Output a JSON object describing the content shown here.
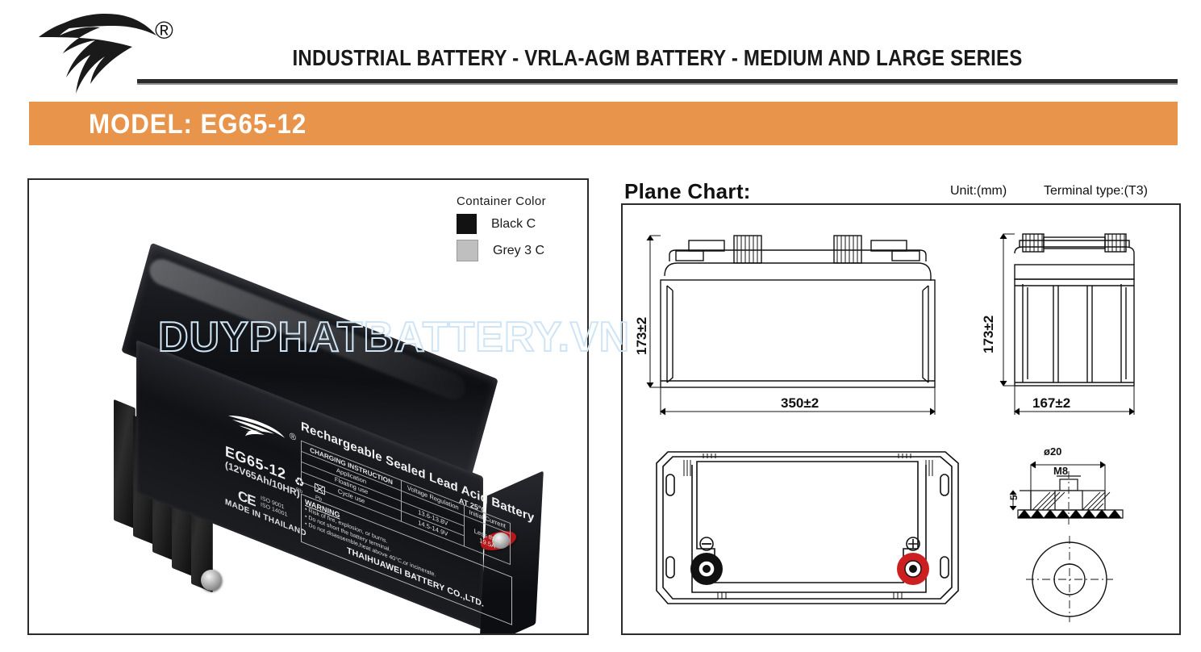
{
  "header": {
    "title": "INDUSTRIAL BATTERY - VRLA-AGM BATTERY - MEDIUM AND LARGE SERIES",
    "registered_mark": "®",
    "logo_icon": "eagle-logo-icon"
  },
  "model_banner": {
    "label": "MODEL: EG65-12",
    "bg_color": "#e8944a",
    "text_color": "#ffffff"
  },
  "photo_panel": {
    "legend": {
      "title": "Container  Color",
      "items": [
        {
          "label": "Black C",
          "color": "#121212"
        },
        {
          "label": "Grey 3 C",
          "color": "#bfbfbf"
        }
      ]
    },
    "battery_label": {
      "title": "Rechargeable Sealed Lead Acid Battery",
      "temperature_note": "AT 25°C",
      "registered_mark": "®",
      "model": "EG65-12",
      "spec": "(12V65Ah/10HR)",
      "ce_mark": "CE",
      "iso_line1": "ISO  9001",
      "iso_line2": "ISO  14001",
      "origin": "MADE IN THAILAND",
      "company": "THAIHUAWEI BATTERY CO.,LTD.",
      "charging_table": {
        "headers": [
          "CHARGING  INSTRUCTION",
          "Voltage Regulation",
          "Initial Current"
        ],
        "rows": [
          {
            "application": "Application",
            "voltage": "",
            "current": "Less than"
          },
          {
            "application": "Floating use",
            "voltage": "13.6-13.8V",
            "current": "19.5A"
          },
          {
            "application": "Cycle use",
            "voltage": "14.5-14.9V",
            "current": ""
          }
        ]
      },
      "warning": {
        "title": "WARNING",
        "lines": [
          "• Risk of fire, explosion, or burns.",
          "• Do not short the battery terminal.",
          "• Do not disassemble,heat above 40°C,or incinerate."
        ]
      },
      "pb_marks": [
        "Pb",
        "Pb"
      ]
    }
  },
  "plane_chart": {
    "title": "Plane Chart:",
    "unit": "Unit:(mm)",
    "terminal_type": "Terminal type:(T3)",
    "front_view": {
      "width": "350±2",
      "height": "173±2"
    },
    "side_view": {
      "width": "167±2",
      "height": "173±2"
    },
    "top_view": {
      "negative_symbol": "⊖",
      "positive_symbol": "⊕",
      "negative_color": "#111111",
      "positive_color": "#cc1f1f"
    },
    "terminal_detail": {
      "diameter": "ø20",
      "thread": "M8",
      "thickness": "5"
    }
  },
  "watermark": {
    "text": "DUYPHATBATTERY.VN",
    "color": "#cfe4f5"
  }
}
